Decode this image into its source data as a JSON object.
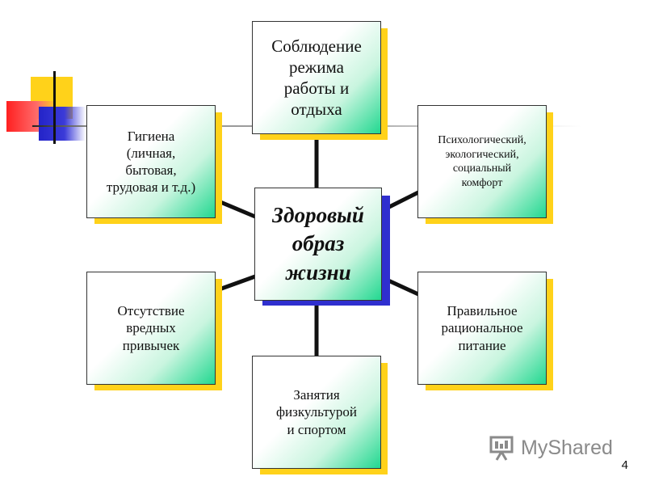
{
  "diagram": {
    "center": "Здоровый\nобраз\nжизни",
    "nodes": {
      "top": "Соблюдение\nрежима\nработы и\nотдыха",
      "upper_left": "Гигиена\n(личная,\nбытовая,\nтрудовая и т.д.)",
      "upper_right": "Психологический,\nэкологический,\nсоциальный\nкомфорт",
      "lower_left": "Отсутствие\nвредных\nпривычек",
      "lower_right": "Правильное\nрациональное\nпитание",
      "bottom": "Занятия\nфизкультурой\nи спортом"
    }
  },
  "watermark": {
    "text": "MyShared",
    "icon": "presentation-icon"
  },
  "page_number": "4",
  "colors": {
    "box_gradient_end": "#22d890",
    "shadow_yellow": "#ffd21a",
    "shadow_blue": "#2f2fcf",
    "deco_red": "#ff2020"
  }
}
